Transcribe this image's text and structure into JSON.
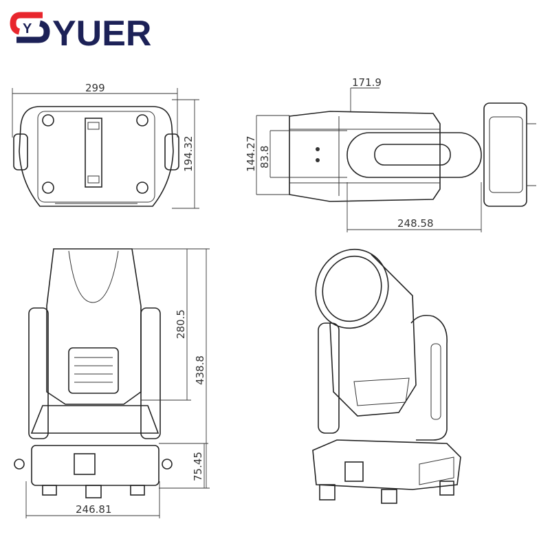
{
  "brand": {
    "name": "YUER",
    "mark": "Y",
    "colors": {
      "navy": "#1c2157",
      "red": "#e8262d"
    }
  },
  "dimensions": {
    "top_width": "299",
    "top_depth": "194.32",
    "side_offset": "171.9",
    "side_height": "144.27",
    "side_inner_height": "83.8",
    "side_length": "248.58",
    "front_head_height": "280.5",
    "front_total_height": "438.8",
    "front_base_height": "75.45",
    "front_width": "246.81"
  }
}
